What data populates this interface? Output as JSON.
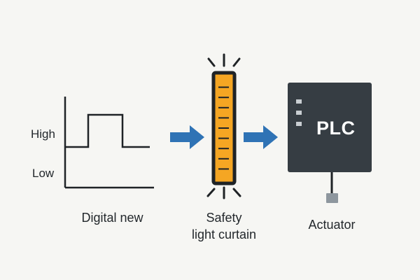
{
  "signal": {
    "high_label": "High",
    "low_label": "Low",
    "caption": "Digital new"
  },
  "curtain": {
    "caption_line1": "Safety",
    "caption_line2": "light curtain",
    "segments": 10
  },
  "plc": {
    "label": "PLC",
    "caption": "Actuator",
    "indicator_lights": 3
  },
  "colors": {
    "background": "#f6f6f3",
    "ink": "#1f2326",
    "arrow": "#2f73b5",
    "curtain_fill": "#f5a623",
    "plc_body": "#363d43",
    "indicator": "#c9ced2",
    "connector": "#8e979e"
  },
  "icons": [
    "right-arrow-icon",
    "right-arrow-icon",
    "light-rays-icon"
  ]
}
